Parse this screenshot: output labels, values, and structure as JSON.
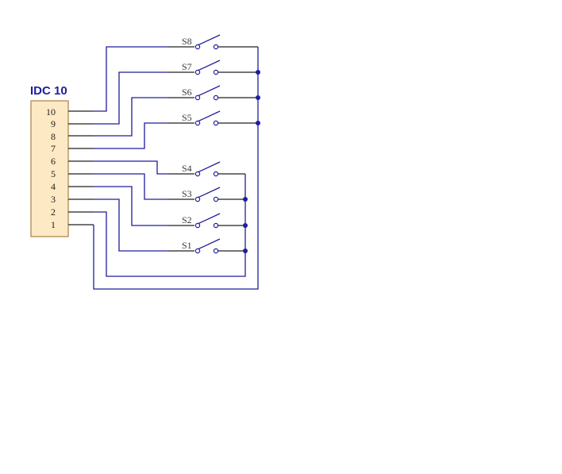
{
  "connector": {
    "title": "IDC 10",
    "pins": [
      "10",
      "9",
      "8",
      "7",
      "6",
      "5",
      "4",
      "3",
      "2",
      "1"
    ]
  },
  "switches": [
    "S8",
    "S7",
    "S6",
    "S5",
    "S4",
    "S3",
    "S2",
    "S1"
  ],
  "colors": {
    "wire": "#1e1e9c",
    "connector_fill": "#fde9c4",
    "connector_border": "#b08850"
  }
}
